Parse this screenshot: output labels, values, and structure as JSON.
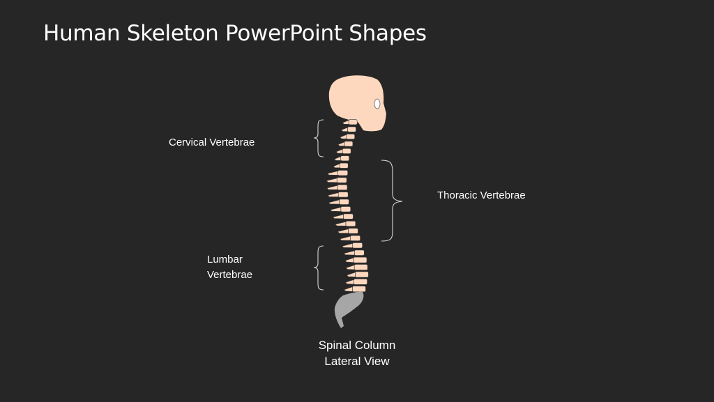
{
  "slide": {
    "title": "Human Skeleton PowerPoint Shapes",
    "background": "#262626"
  },
  "labels": {
    "cervical": "Cervical Vertebrae",
    "thoracic": "Thoracic Vertebrae",
    "lumbar_line1": "Lumbar",
    "lumbar_line2": "Vertebrae",
    "caption_line1": "Spinal Column",
    "caption_line2": "Lateral View"
  },
  "colors": {
    "bone": "#fdd8bf",
    "sacrum": "#a6a6a6",
    "bracket": "#d9d9d9",
    "text": "#ffffff"
  },
  "spine": {
    "cervical_count": 7,
    "thoracic_count": 12,
    "lumbar_count": 5
  }
}
